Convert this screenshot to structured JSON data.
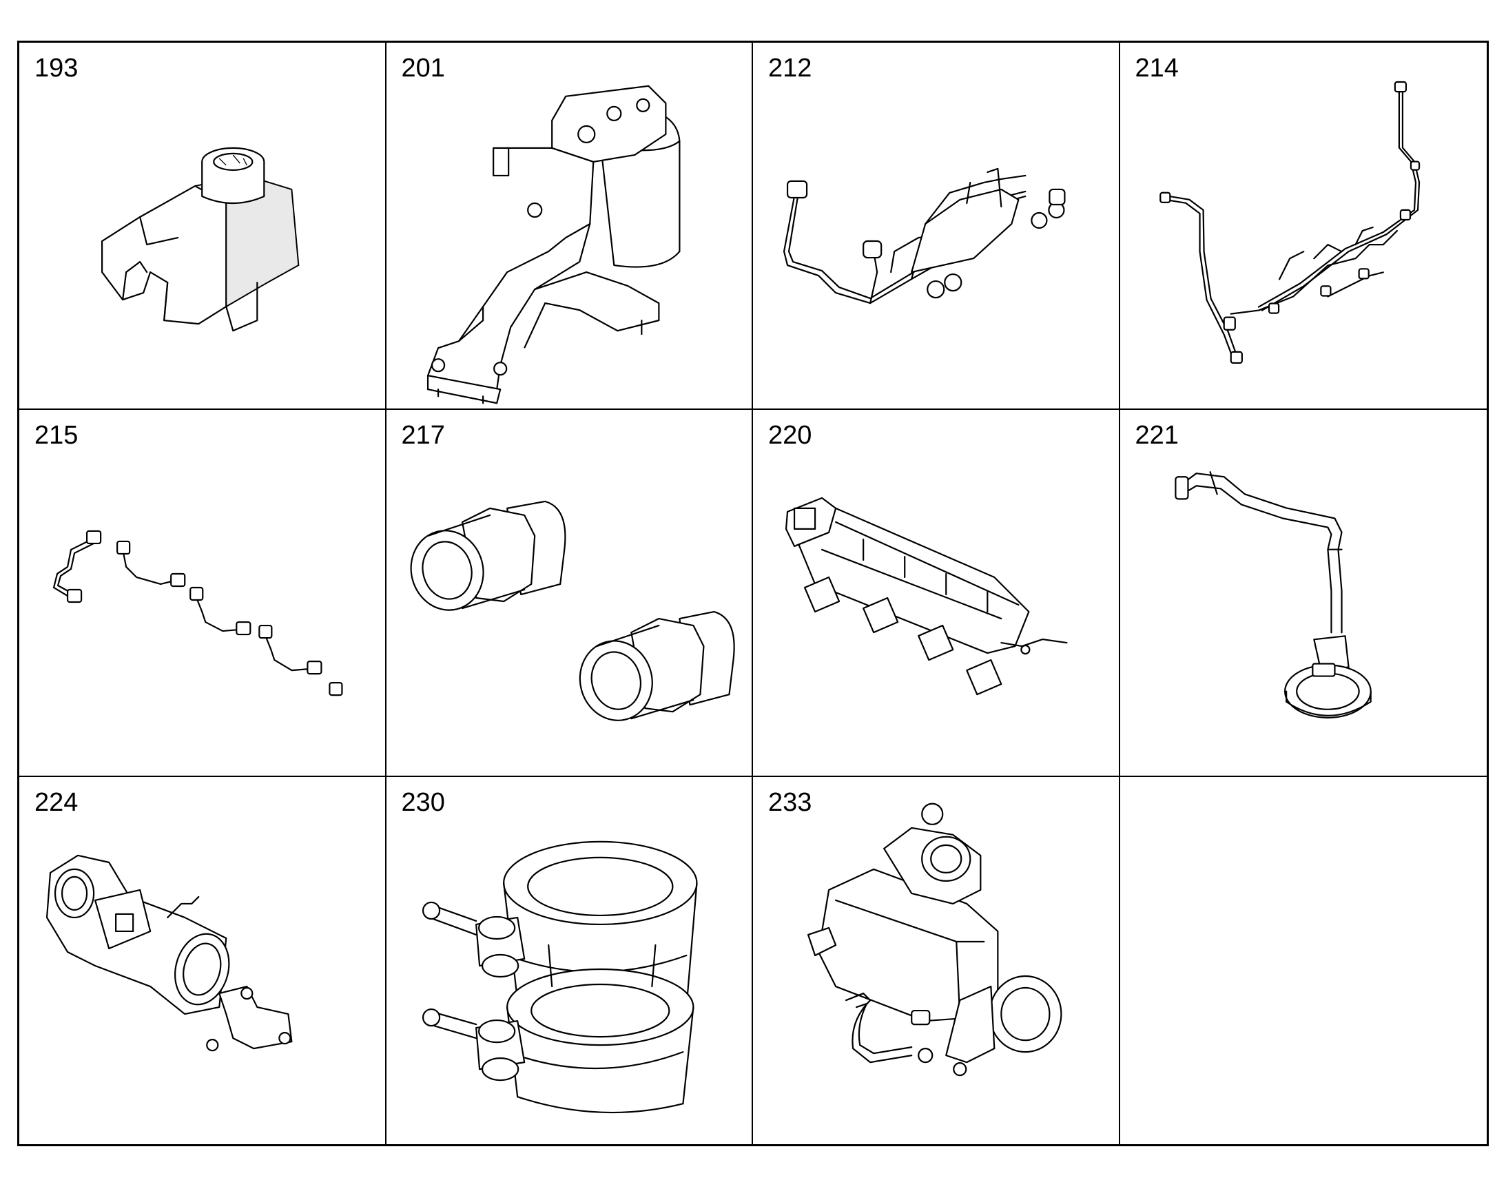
{
  "cells": [
    {
      "label": "193",
      "icon": "shift-fork-icon"
    },
    {
      "label": "201",
      "icon": "filter-bracket-icon"
    },
    {
      "label": "212",
      "icon": "wiring-harness-icon"
    },
    {
      "label": "214",
      "icon": "wiring-harness-long-icon"
    },
    {
      "label": "215",
      "icon": "injector-lines-icon"
    },
    {
      "label": "217",
      "icon": "pipe-fittings-icon"
    },
    {
      "label": "220",
      "icon": "intake-manifold-icon"
    },
    {
      "label": "221",
      "icon": "coolant-hose-icon"
    },
    {
      "label": "224",
      "icon": "throttle-body-icon"
    },
    {
      "label": "230",
      "icon": "clamp-pair-icon"
    },
    {
      "label": "233",
      "icon": "egr-cooler-icon"
    },
    {
      "label": "",
      "icon": ""
    }
  ]
}
